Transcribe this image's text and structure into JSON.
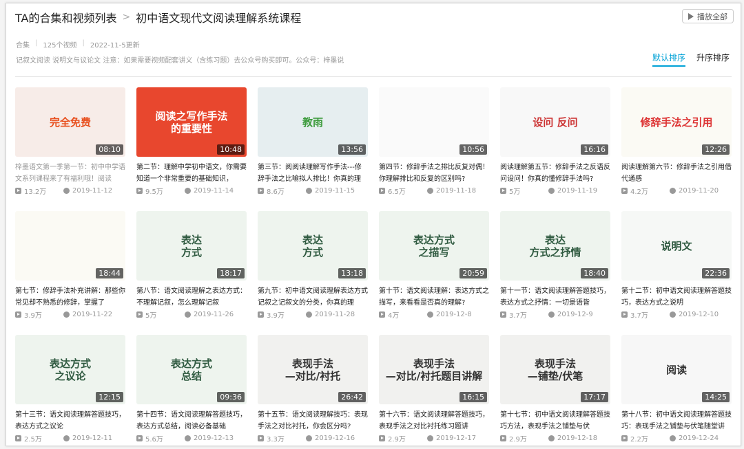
{
  "breadcrumb": {
    "parent": "TA的合集和视频列表",
    "current": "初中语文现代文阅读理解系统课程"
  },
  "play_all": "播放全部",
  "meta": {
    "type": "合集",
    "count": "125个视频",
    "updated": "2022-11-5更新"
  },
  "description": "记叙文阅读 说明文与议论文 注意：如果需要视频配套讲义（含练习题）去公众号购买即可。公众号：梓墨说",
  "sort": {
    "default": "默认排序",
    "asc": "升序排序"
  },
  "accent": "#00a1d6",
  "videos": [
    {
      "thumb": "完全免费",
      "bg": "#f7ece8",
      "fg": "#e8501f",
      "duration": "08:10",
      "title": "梓墨语文第一季第一节：初中中学语文系列课程来了有福利哦！阅读",
      "views": "13.2万",
      "date": "2019-11-12",
      "visited": true
    },
    {
      "thumb": "阅读之写作手法\n的重要性",
      "bg": "#e8472e",
      "fg": "#ffffff",
      "duration": "10:48",
      "title": "第二节：理解中学初中语文，你需要知道一个非常重要的基础知识，",
      "views": "9.5万",
      "date": "2019-11-14"
    },
    {
      "thumb": "教雨",
      "bg": "#e6eef0",
      "fg": "#3a9a3a",
      "duration": "13:56",
      "title": "第三节：阅阅读理解写作手法---修辞手法之比喻拟人排比！你真的理",
      "views": "8.6万",
      "date": "2019-11-15"
    },
    {
      "thumb": "",
      "bg": "#fafafa",
      "fg": "#c33",
      "duration": "10:56",
      "title": "第四节：修辞手法之排比反复对偶！你理解排比和反复的区别吗?",
      "views": "6.5万",
      "date": "2019-11-18"
    },
    {
      "thumb": "设问 反问",
      "bg": "#f8f8f8",
      "fg": "#c33",
      "duration": "16:16",
      "title": "阅读理解第五节：修辞手法之反语反问设问！你真的懂修辞手法吗?",
      "views": "5万",
      "date": "2019-11-19"
    },
    {
      "thumb": "修辞手法之引用",
      "bg": "#fbfaf4",
      "fg": "#d33",
      "duration": "12:26",
      "title": "阅读理解第六节：修辞手法之引用借代通感",
      "views": "4.2万",
      "date": "2019-11-20"
    },
    {
      "thumb": "",
      "bg": "#fbfaf4",
      "fg": "#333",
      "duration": "18:44",
      "title": "第七节：修辞手法补充讲解：那些你常见却不熟悉的修辞，掌握了",
      "views": "3.9万",
      "date": "2019-11-22"
    },
    {
      "thumb": "表达\n方式",
      "bg": "#eef4ee",
      "fg": "#2f5a40",
      "duration": "18:17",
      "title": "第八节：语文阅读理解之表达方式：不理解记叙，怎么理解记叙",
      "views": "5万",
      "date": "2019-11-26"
    },
    {
      "thumb": "表达\n方式",
      "bg": "#eef4ee",
      "fg": "#2f5a40",
      "duration": "13:18",
      "title": "第九节：初中语文阅读理解表达方式记叙之记叙文的分类，你真的理",
      "views": "3.9万",
      "date": "2019-11-28"
    },
    {
      "thumb": "表达方式\n之描写",
      "bg": "#eef4ee",
      "fg": "#2f5a40",
      "duration": "20:59",
      "title": "第十节：语文阅读理解：表达方式之描写，来看看是否真的理解?",
      "views": "4万",
      "date": "2019-12-8"
    },
    {
      "thumb": "表达\n方式之抒情",
      "bg": "#eef4ee",
      "fg": "#2f5a40",
      "duration": "18:40",
      "title": "第十一节：语文阅读理解答题技巧，表达方式之抒情：一切景语皆",
      "views": "3.7万",
      "date": "2019-12-9"
    },
    {
      "thumb": "说明文",
      "bg": "#f6f8f6",
      "fg": "#2f5a40",
      "duration": "22:36",
      "title": "第十二节：初中语文阅读理解答题技巧，表达方式之说明",
      "views": "3.7万",
      "date": "2019-12-10"
    },
    {
      "thumb": "表达方式\n之议论",
      "bg": "#eef4ee",
      "fg": "#2f5a40",
      "duration": "12:15",
      "title": "第十三节：语文阅读理解答题技巧，表达方式之议论",
      "views": "2.5万",
      "date": "2019-12-11"
    },
    {
      "thumb": "表达方式\n总结",
      "bg": "#eef4ee",
      "fg": "#2f5a40",
      "duration": "09:36",
      "title": "第十四节：语文阅读理解答题技巧，表达方式总结，阅读必备基础",
      "views": "5.6万",
      "date": "2019-12-13"
    },
    {
      "thumb": "表现手法\n—对比/衬托",
      "bg": "#f1f1ef",
      "fg": "#333",
      "duration": "26:42",
      "title": "第十五节：语文阅读理解技巧：表现手法之对比衬托，你会区分吗?",
      "views": "3.3万",
      "date": "2019-12-16"
    },
    {
      "thumb": "表现手法\n—对比/衬托题目讲解",
      "bg": "#f1f1ef",
      "fg": "#333",
      "duration": "16:15",
      "title": "第十六节：语文阅读理解答题技巧，表现手法之对比衬托练习题讲",
      "views": "2.9万",
      "date": "2019-12-17"
    },
    {
      "thumb": "表现手法\n—铺垫/伏笔",
      "bg": "#f1f1ef",
      "fg": "#333",
      "duration": "17:17",
      "title": "第十七节：初中语文阅读理解答题技巧方法，表现手法之铺垫与伏",
      "views": "2.9万",
      "date": "2019-12-18"
    },
    {
      "thumb": "阅读",
      "bg": "#f7f7f7",
      "fg": "#333",
      "duration": "14:25",
      "title": "第十八节：初中语文阅读理解答题技巧：表现手法之铺垫与伏笔随堂讲",
      "views": "2.2万",
      "date": "2019-12-24"
    }
  ]
}
